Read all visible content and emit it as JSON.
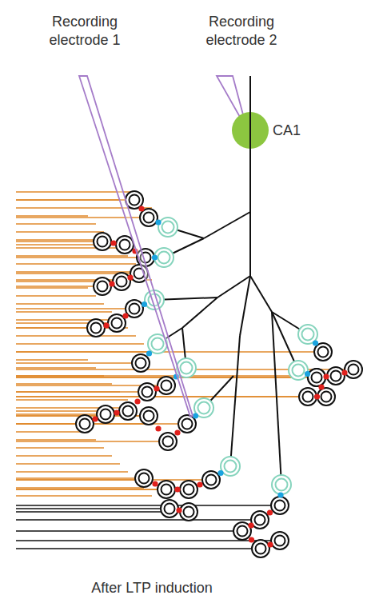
{
  "diagram": {
    "nodes": [
      {
        "text": [
          "CA1"
        ]
      }
    ],
    "labels": [
      "Recording electrode 1",
      "Recording electrode 2",
      "After LTP induction"
    ]
  }
}
